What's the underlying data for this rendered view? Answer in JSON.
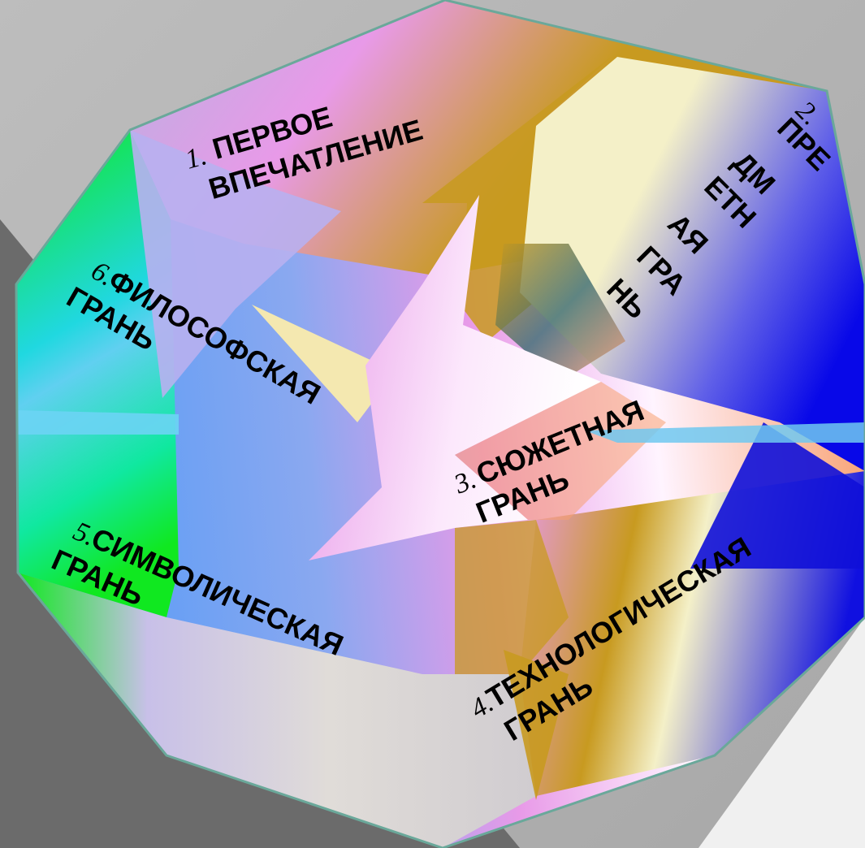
{
  "facets": [
    {
      "id": "f1",
      "number": "1.",
      "line1": "ПЕРВОЕ",
      "line2": "ВПЕЧАТЛЕНИЕ"
    },
    {
      "id": "f2",
      "number": "2.",
      "lines": [
        "ПРЕ",
        "ДМ",
        "ЕТН",
        "АЯ",
        "ГРА",
        "НЬ"
      ]
    },
    {
      "id": "f3",
      "number": "3.",
      "line1": "СЮЖЕТНАЯ",
      "line2": "ГРАНЬ"
    },
    {
      "id": "f4",
      "number": "4.",
      "line1": "ТЕХНОЛОГИЧЕСКАЯ",
      "line2": "ГРАНЬ"
    },
    {
      "id": "f5",
      "number": "5.",
      "line1": "СИМВОЛИЧЕСКАЯ",
      "line2": "ГРАНЬ"
    },
    {
      "id": "f6",
      "number": "6.",
      "line1": "ФИЛОСОФСКАЯ",
      "line2": "ГРАНЬ"
    }
  ],
  "colors": {
    "background_light": "#b8b8b8",
    "background_dark": "#6b6b6b",
    "outline": "#6aa89a",
    "pink": "#e89ae8",
    "gold": "#c89a20",
    "blue": "#1010e0",
    "green": "#10e820",
    "cyan": "#20d8e0",
    "cream": "#f4f0c8",
    "lavender": "#c8c0e8",
    "sky": "#4aa8f8",
    "orange": "#f8a070"
  }
}
